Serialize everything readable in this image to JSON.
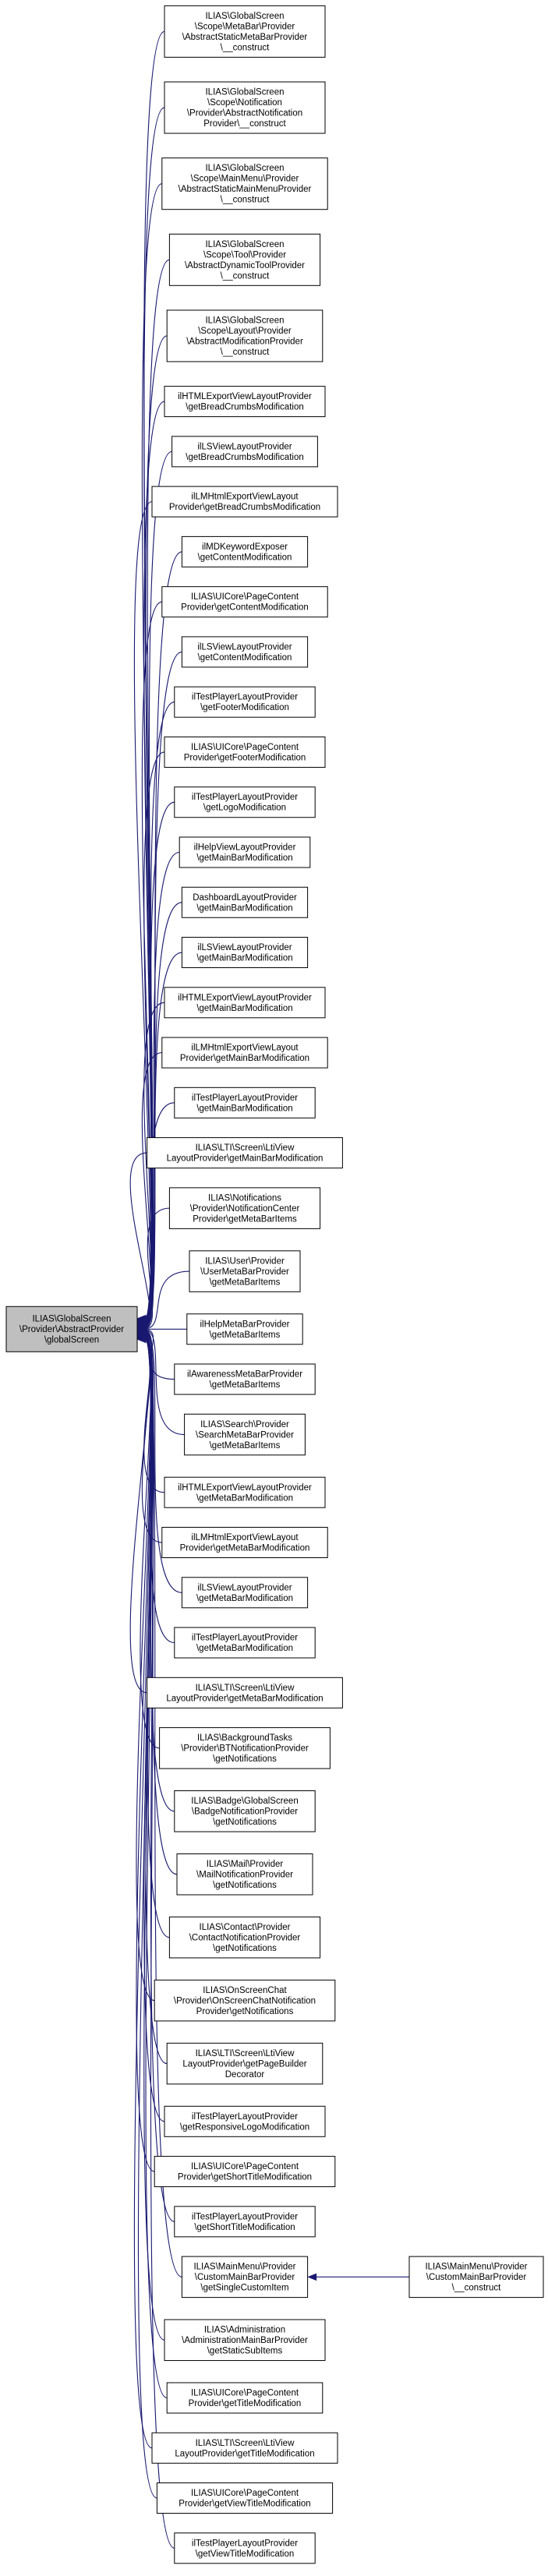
{
  "root": {
    "id": "root",
    "lines": [
      "ILIAS\\GlobalScreen",
      "\\Provider\\AbstractProvider",
      "\\globalScreen"
    ]
  },
  "callers": [
    {
      "id": "n0",
      "lines": [
        "ILIAS\\GlobalScreen",
        "\\Scope\\MetaBar\\Provider",
        "\\AbstractStaticMetaBarProvider",
        "\\__construct"
      ]
    },
    {
      "id": "n1",
      "lines": [
        "ILIAS\\GlobalScreen",
        "\\Scope\\Notification",
        "\\Provider\\AbstractNotification",
        "Provider\\__construct"
      ]
    },
    {
      "id": "n2",
      "lines": [
        "ILIAS\\GlobalScreen",
        "\\Scope\\MainMenu\\Provider",
        "\\AbstractStaticMainMenuProvider",
        "\\__construct"
      ]
    },
    {
      "id": "n3",
      "lines": [
        "ILIAS\\GlobalScreen",
        "\\Scope\\Tool\\Provider",
        "\\AbstractDynamicToolProvider",
        "\\__construct"
      ]
    },
    {
      "id": "n4",
      "lines": [
        "ILIAS\\GlobalScreen",
        "\\Scope\\Layout\\Provider",
        "\\AbstractModificationProvider",
        "\\__construct"
      ]
    },
    {
      "id": "n5",
      "lines": [
        "ilHTMLExportViewLayoutProvider",
        "\\getBreadCrumbsModification"
      ]
    },
    {
      "id": "n6",
      "lines": [
        "ilLSViewLayoutProvider",
        "\\getBreadCrumbsModification"
      ]
    },
    {
      "id": "n7",
      "lines": [
        "ilLMHtmlExportViewLayout",
        "Provider\\getBreadCrumbsModification"
      ]
    },
    {
      "id": "n8",
      "lines": [
        "ilMDKeywordExposer",
        "\\getContentModification"
      ]
    },
    {
      "id": "n9",
      "lines": [
        "ILIAS\\UICore\\PageContent",
        "Provider\\getContentModification"
      ]
    },
    {
      "id": "n10",
      "lines": [
        "ilLSViewLayoutProvider",
        "\\getContentModification"
      ]
    },
    {
      "id": "n11",
      "lines": [
        "ilTestPlayerLayoutProvider",
        "\\getFooterModification"
      ]
    },
    {
      "id": "n12",
      "lines": [
        "ILIAS\\UICore\\PageContent",
        "Provider\\getFooterModification"
      ]
    },
    {
      "id": "n13",
      "lines": [
        "ilTestPlayerLayoutProvider",
        "\\getLogoModification"
      ]
    },
    {
      "id": "n14",
      "lines": [
        "ilHelpViewLayoutProvider",
        "\\getMainBarModification"
      ]
    },
    {
      "id": "n15",
      "lines": [
        "DashboardLayoutProvider",
        "\\getMainBarModification"
      ]
    },
    {
      "id": "n16",
      "lines": [
        "ilLSViewLayoutProvider",
        "\\getMainBarModification"
      ]
    },
    {
      "id": "n17",
      "lines": [
        "ilHTMLExportViewLayoutProvider",
        "\\getMainBarModification"
      ]
    },
    {
      "id": "n18",
      "lines": [
        "ilLMHtmlExportViewLayout",
        "Provider\\getMainBarModification"
      ]
    },
    {
      "id": "n19",
      "lines": [
        "ilTestPlayerLayoutProvider",
        "\\getMainBarModification"
      ]
    },
    {
      "id": "n20",
      "lines": [
        "ILIAS\\LTI\\Screen\\LtiView",
        "LayoutProvider\\getMainBarModification"
      ]
    },
    {
      "id": "n21",
      "lines": [
        "ILIAS\\Notifications",
        "\\Provider\\NotificationCenter",
        "Provider\\getMetaBarItems"
      ]
    },
    {
      "id": "n22",
      "lines": [
        "ILIAS\\User\\Provider",
        "\\UserMetaBarProvider",
        "\\getMetaBarItems"
      ]
    },
    {
      "id": "n23",
      "lines": [
        "ilHelpMetaBarProvider",
        "\\getMetaBarItems"
      ]
    },
    {
      "id": "n24",
      "lines": [
        "ilAwarenessMetaBarProvider",
        "\\getMetaBarItems"
      ]
    },
    {
      "id": "n25",
      "lines": [
        "ILIAS\\Search\\Provider",
        "\\SearchMetaBarProvider",
        "\\getMetaBarItems"
      ]
    },
    {
      "id": "n26",
      "lines": [
        "ilHTMLExportViewLayoutProvider",
        "\\getMetaBarModification"
      ]
    },
    {
      "id": "n27",
      "lines": [
        "ilLMHtmlExportViewLayout",
        "Provider\\getMetaBarModification"
      ]
    },
    {
      "id": "n28",
      "lines": [
        "ilLSViewLayoutProvider",
        "\\getMetaBarModification"
      ]
    },
    {
      "id": "n29",
      "lines": [
        "ilTestPlayerLayoutProvider",
        "\\getMetaBarModification"
      ]
    },
    {
      "id": "n30",
      "lines": [
        "ILIAS\\LTI\\Screen\\LtiView",
        "LayoutProvider\\getMetaBarModification"
      ]
    },
    {
      "id": "n31",
      "lines": [
        "ILIAS\\BackgroundTasks",
        "\\Provider\\BTNotificationProvider",
        "\\getNotifications"
      ]
    },
    {
      "id": "n32",
      "lines": [
        "ILIAS\\Badge\\GlobalScreen",
        "\\BadgeNotificationProvider",
        "\\getNotifications"
      ]
    },
    {
      "id": "n33",
      "lines": [
        "ILIAS\\Mail\\Provider",
        "\\MailNotificationProvider",
        "\\getNotifications"
      ]
    },
    {
      "id": "n34",
      "lines": [
        "ILIAS\\Contact\\Provider",
        "\\ContactNotificationProvider",
        "\\getNotifications"
      ]
    },
    {
      "id": "n35",
      "lines": [
        "ILIAS\\OnScreenChat",
        "\\Provider\\OnScreenChatNotification",
        "Provider\\getNotifications"
      ]
    },
    {
      "id": "n36",
      "lines": [
        "ILIAS\\LTI\\Screen\\LtiView",
        "LayoutProvider\\getPageBuilder",
        "Decorator"
      ]
    },
    {
      "id": "n37",
      "lines": [
        "ilTestPlayerLayoutProvider",
        "\\getResponsiveLogoModification"
      ]
    },
    {
      "id": "n38",
      "lines": [
        "ILIAS\\UICore\\PageContent",
        "Provider\\getShortTitleModification"
      ]
    },
    {
      "id": "n39",
      "lines": [
        "ilTestPlayerLayoutProvider",
        "\\getShortTitleModification"
      ]
    },
    {
      "id": "n40",
      "lines": [
        "ILIAS\\MainMenu\\Provider",
        "\\CustomMainBarProvider",
        "\\getSingleCustomItem"
      ]
    },
    {
      "id": "n41",
      "lines": [
        "ILIAS\\Administration",
        "\\AdministrationMainBarProvider",
        "\\getStaticSubItems"
      ]
    },
    {
      "id": "n42",
      "lines": [
        "ILIAS\\UICore\\PageContent",
        "Provider\\getTitleModification"
      ]
    },
    {
      "id": "n43",
      "lines": [
        "ILIAS\\LTI\\Screen\\LtiView",
        "LayoutProvider\\getTitleModification"
      ]
    },
    {
      "id": "n44",
      "lines": [
        "ILIAS\\UICore\\PageContent",
        "Provider\\getViewTitleModification"
      ]
    },
    {
      "id": "n45",
      "lines": [
        "ilTestPlayerLayoutProvider",
        "\\getViewTitleModification"
      ]
    }
  ],
  "secondary": {
    "id": "s0",
    "lines": [
      "ILIAS\\MainMenu\\Provider",
      "\\CustomMainBarProvider",
      "\\__construct"
    ],
    "target": "n40"
  },
  "colors": {
    "edge": "#191970",
    "root_fill": "#bfbfbf",
    "node_fill": "#ffffff",
    "border": "#000000"
  }
}
